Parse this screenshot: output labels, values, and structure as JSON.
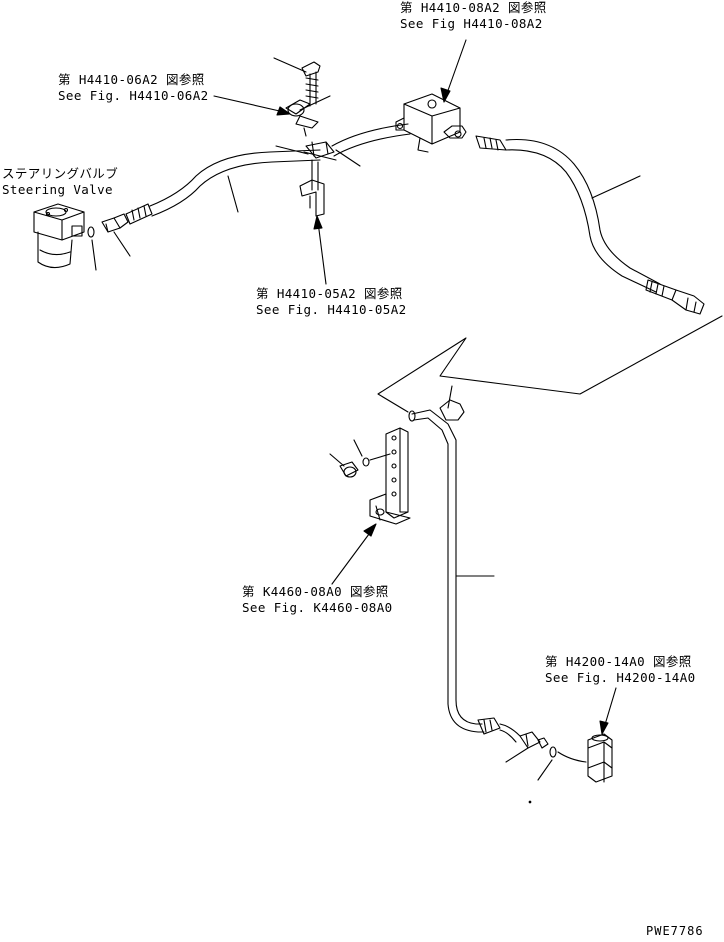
{
  "labels": {
    "fig_0808": {
      "jp": "第 H4410-08A2 図参照",
      "en": "See Fig H4410-08A2"
    },
    "fig_0606": {
      "jp": "第 H4410-06A2 図参照",
      "en": "See Fig. H4410-06A2"
    },
    "steering": {
      "jp": "ステアリングバルブ",
      "en": "Steering Valve"
    },
    "fig_0505": {
      "jp": "第 H4410-05A2 図参照",
      "en": "See Fig. H4410-05A2"
    },
    "fig_k446": {
      "jp": "第 K4460-08A0 図参照",
      "en": "See Fig. K4460-08A0"
    },
    "fig_h420": {
      "jp": "第 H4200-14A0 図参照",
      "en": "See Fig. H4200-14A0"
    }
  },
  "drawing_code": "PWE7786"
}
